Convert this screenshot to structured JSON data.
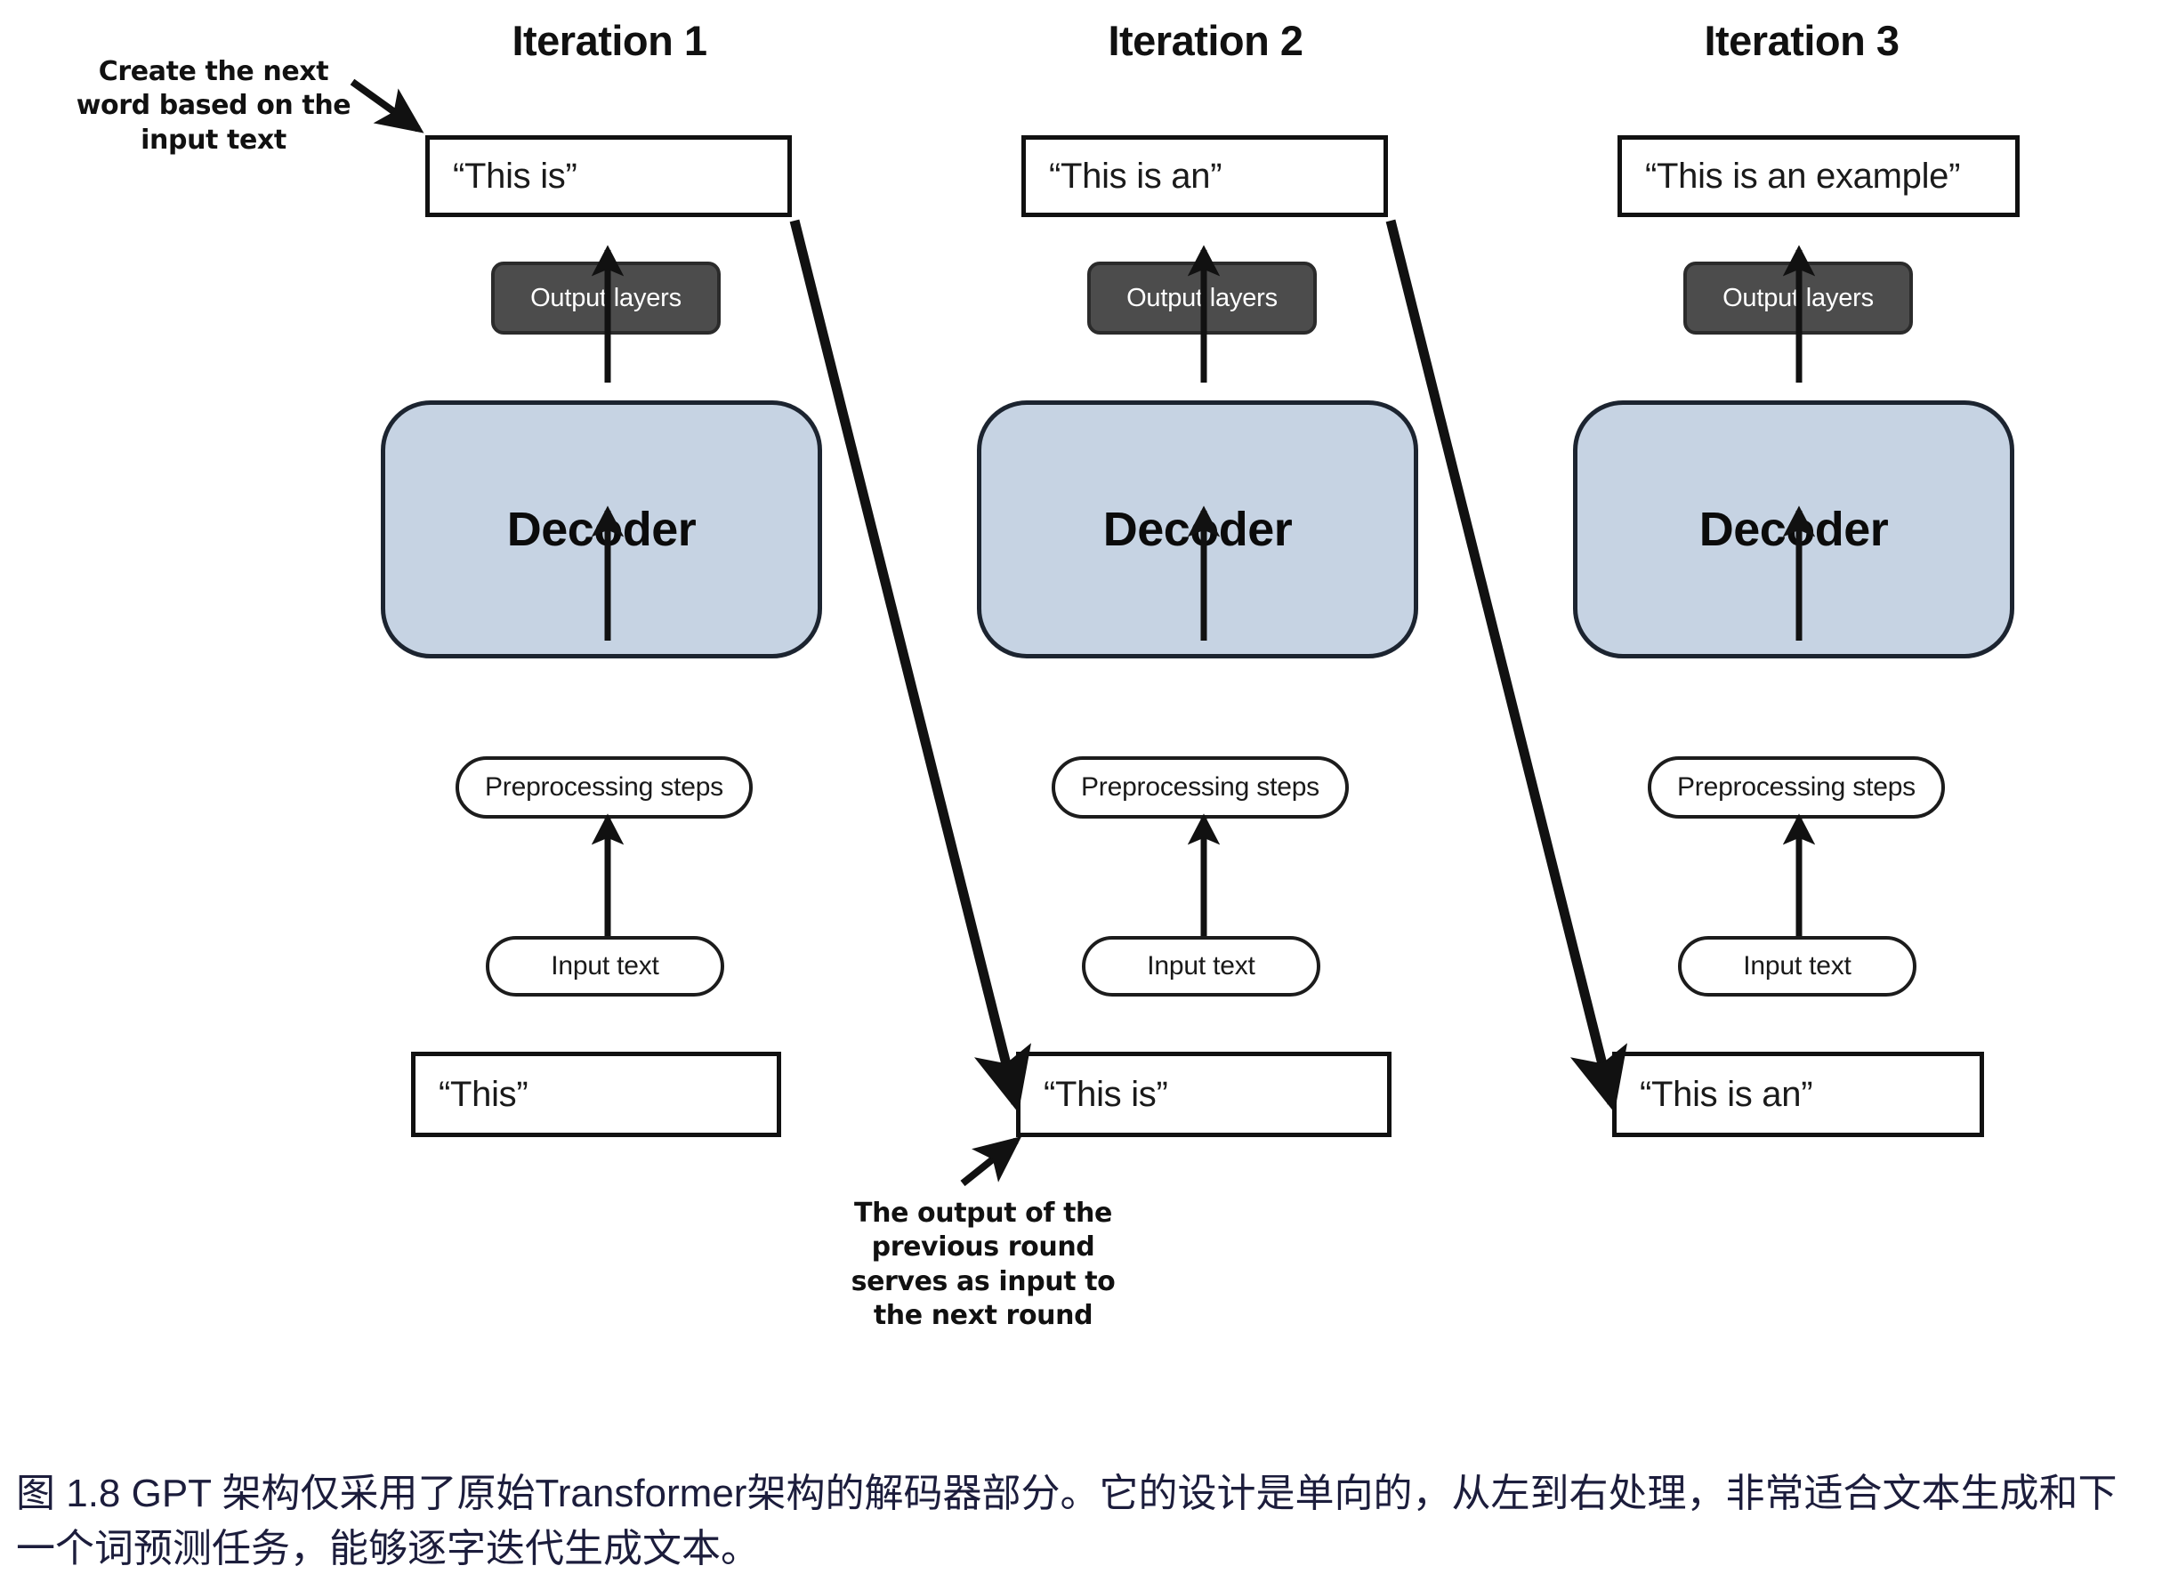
{
  "figure": {
    "caption": "图 1.8  GPT 架构仅采用了原始Transformer架构的解码器部分。它的设计是单向的，从左到右处理，非常适合文本生成和下一个词预测任务，能够逐字迭代生成文本。",
    "caption_color": "#1c1d3c"
  },
  "colors": {
    "decoder_fill": "#c6d3e3",
    "decoder_stroke": "#1c2430",
    "output_layers_fill": "#4c4c4c",
    "output_layers_text": "#ffffff",
    "box_stroke": "#111111",
    "page_background": "#ffffff"
  },
  "annotations": {
    "top_left": "Create the next word based on the input text",
    "bottom_middle": "The output of the previous round serves as input to the next round"
  },
  "columns": [
    {
      "title": "Iteration 1",
      "output_text": "“This is”",
      "output_layers_label": "Output layers",
      "decoder_label": "Decoder",
      "preprocessing_label": "Preprocessing steps",
      "input_label": "Input text",
      "input_text": "“This”"
    },
    {
      "title": "Iteration 2",
      "output_text": "“This is an”",
      "output_layers_label": "Output layers",
      "decoder_label": "Decoder",
      "preprocessing_label": "Preprocessing steps",
      "input_label": "Input text",
      "input_text": "“This is”"
    },
    {
      "title": "Iteration 3",
      "output_text": "“This is an example”",
      "output_layers_label": "Output layers",
      "decoder_label": "Decoder",
      "preprocessing_label": "Preprocessing steps",
      "input_label": "Input text",
      "input_text": "“This is an”"
    }
  ]
}
